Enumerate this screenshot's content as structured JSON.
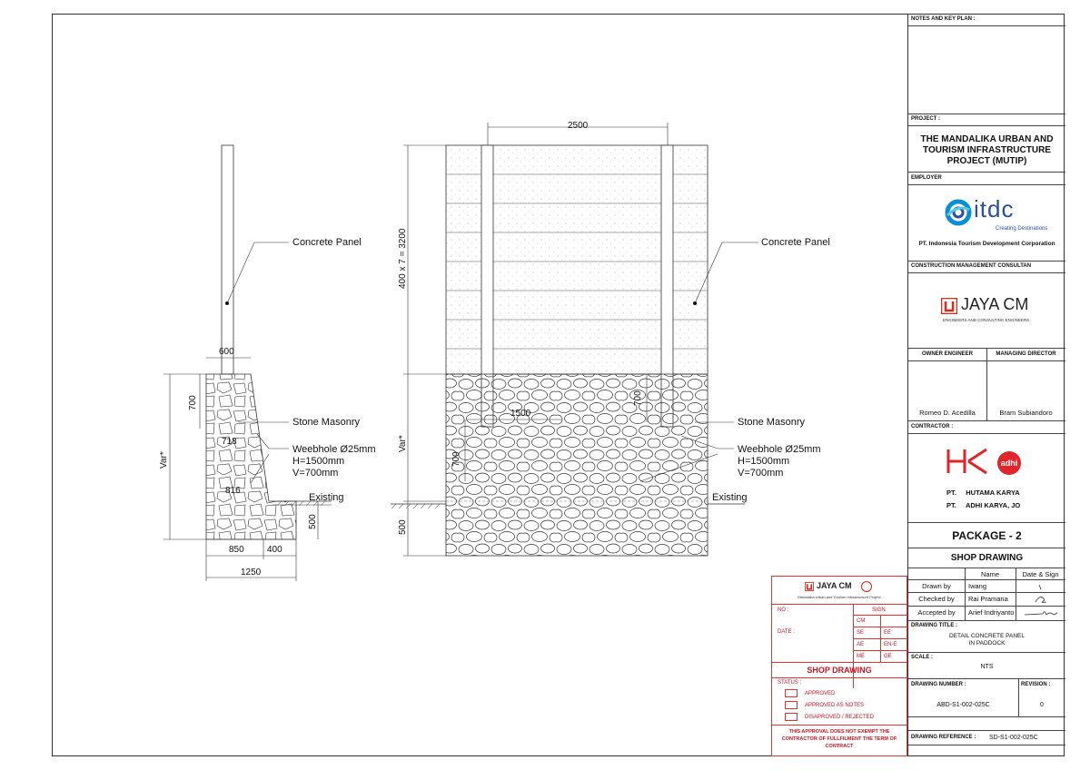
{
  "drawing": {
    "labels": {
      "concrete_panel": "Concrete Panel",
      "stone_masonry": "Stone Masonry",
      "weephole_1": "Weebhole Ø25mm",
      "weephole_2": "H=1500mm",
      "weephole_3": "V=700mm",
      "existing": "Existing"
    },
    "dims": {
      "d600": "600",
      "d700": "700",
      "d718": "718",
      "d816": "816",
      "d850": "850",
      "d400": "400",
      "d1250": "1250",
      "d500": "500",
      "var": "Var*",
      "d2500": "2500",
      "d3200": "400 x 7 = 3200",
      "d1500": "1500"
    }
  },
  "title_block": {
    "notes_header": "NOTES AND KEY PLAN :",
    "project_header": "PROJECT :",
    "project_title_1": "THE MANDALIKA URBAN AND",
    "project_title_2": "TOURISM INFRASTRUCTURE",
    "project_title_3": "PROJECT (MUTIP)",
    "employer_header": "EMPLOYER",
    "itdc_logo": "itdc",
    "itdc_tagline": "Creating Destinations",
    "employer_name": "PT.  Indonesia Tourism Development Corporation",
    "cmc_header": "CONSTRUCTION MANAGEMENT CONSULTAN",
    "jaya_logo": "JAYA CM",
    "jaya_tagline": "ENGINEERS AND CONSULTING ENGINEERS",
    "owner_engineer_header": "OWNER ENGINEER",
    "managing_director_header": "MANAGING DIRECTOR",
    "owner_engineer": "Romeo D. Acedilla",
    "managing_director": "Bram Subiandoro",
    "contractor_header": "CONTRACTOR :",
    "adhi_logo": "adhi",
    "contractor_1": "PT.     HUTAMA KARYA",
    "contractor_2": "PT.     ADHI KARYA, JO",
    "package": "PACKAGE - 2",
    "shop_drawing": "SHOP DRAWING",
    "name_col": "Name",
    "date_col": "Date & Sign",
    "drawn_by_label": "Drawn by",
    "drawn_by": "Iwang",
    "checked_by_label": "Checked by",
    "checked_by": "Rai Pramana",
    "accepted_by_label": "Accepted by",
    "accepted_by": "Arief Indriyanto",
    "drawing_title_header": "DRAWING TITLE :",
    "drawing_title_1": "DETAIL CONCRETE PANEL",
    "drawing_title_2": "IN PADDOCK",
    "scale_header": "SCALE :",
    "scale": "NTS",
    "drawing_number_header": "DRAWING NUMBER :",
    "revision_header": "REVISION :",
    "drawing_number": "ABD-S1-002-025C",
    "revision": "0",
    "drawing_reference_header": "DRAWING REFERENCE :",
    "drawing_reference": "SD-S1-002-025C"
  },
  "stamp": {
    "logo": "JAYA CM",
    "subtitle": "Mandalika Urban and Tourism Infrastructure Project",
    "no": "NO :",
    "sign": "SIGN",
    "date": "DATE :",
    "roles": [
      "CM",
      "SE",
      "AE",
      "ME"
    ],
    "roles_right": [
      "",
      "EE",
      "EN-E",
      "GE"
    ],
    "title": "SHOP DRAWING",
    "status": "STATUS :",
    "approved": "APPROVED",
    "approved_as_notes": "APPROVED AS NOTES",
    "disapproved": "DISAPROVED / REJECTED",
    "disclaimer_1": "THIS APPROVAL DOES NOT EXEMPT  THE",
    "disclaimer_2": "CONTRACTOR OF FULLFILMENT THE TERM OF",
    "disclaimer_3": "CONTRACT"
  }
}
